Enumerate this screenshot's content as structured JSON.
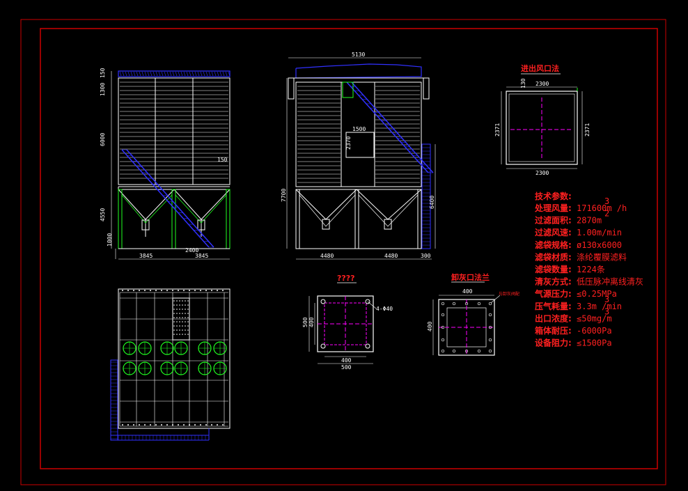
{
  "colors": {
    "frame": "#cc0000",
    "outline": "#ffffff",
    "dim": "#ffffff",
    "blue": "#3030ff",
    "green": "#20ff20",
    "magenta": "#ff00ff",
    "red": "#ff2020"
  },
  "front_view": {
    "dims": {
      "top1": "150",
      "top2": "1300",
      "mid": "6000",
      "bot": "4550",
      "foot": "1000",
      "w1": "3845",
      "w2": "2400",
      "w3": "3845",
      "side": "150"
    }
  },
  "side_view": {
    "dims": {
      "top": "5130",
      "h_total": "7700",
      "h_right": "6400",
      "w1": "4480",
      "w2": "4480",
      "w3": "300",
      "d1": "1500",
      "d2": "2370"
    }
  },
  "inlet": {
    "title": "进出风口法",
    "dims": {
      "top": "2300",
      "side": "2371",
      "side2": "2371",
      "bottom": "2300",
      "small": "130"
    }
  },
  "flange_left": {
    "title": "????",
    "dims": {
      "w1": "400",
      "w2": "500",
      "h1": "500",
      "h2": "400",
      "note": "4-Φ40"
    }
  },
  "flange_right": {
    "title": "卸灰口法兰",
    "dims": {
      "w": "400",
      "h": "400",
      "note": "与卸灰阀配"
    }
  },
  "specs": {
    "title": "技术参数:",
    "rows": [
      {
        "label": "处理风量:",
        "value": "171600m /h",
        "sup": "3"
      },
      {
        "label": "过滤面积:",
        "value": "2870m",
        "sup": "2"
      },
      {
        "label": "过滤风速:",
        "value": "1.00m/min",
        "sup": ""
      },
      {
        "label": "滤袋规格:",
        "value": "ø130x6000",
        "sup": ""
      },
      {
        "label": "滤袋材质:",
        "value": "涤纶覆膜滤料",
        "sup": ""
      },
      {
        "label": "滤袋数量:",
        "value": "1224条",
        "sup": ""
      },
      {
        "label": "清灰方式:",
        "value": "低压脉冲离线清灰",
        "sup": ""
      },
      {
        "label": "气源压力:",
        "value": "≤0.25MPa",
        "sup": ""
      },
      {
        "label": "压气耗量:",
        "value": "3.3m /min",
        "sup": "3"
      },
      {
        "label": "出口浓度:",
        "value": "≤50mg/m",
        "sup": "3"
      },
      {
        "label": "箱体耐压:",
        "value": "-6000Pa",
        "sup": ""
      },
      {
        "label": "设备阻力:",
        "value": "≤1500Pa",
        "sup": ""
      }
    ]
  }
}
